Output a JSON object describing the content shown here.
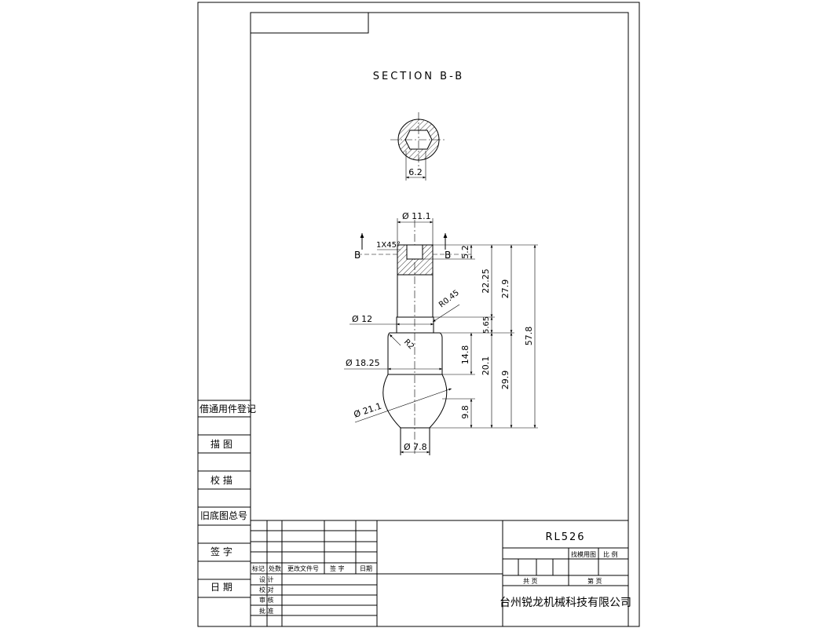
{
  "drawing": {
    "section_title": "SECTION B-B",
    "part_number": "RL526",
    "company": "台州锐龙机械科技有限公司",
    "section_markers": [
      "B",
      "B"
    ]
  },
  "dimensions": {
    "section_width": "6.2",
    "top_diameter": "Ø 11.1",
    "chamfer": "1X45°",
    "slot_depth": "5.2",
    "dim_22_25": "22.25",
    "dim_27_9": "27.9",
    "dim_57_8": "57.8",
    "fillet": "R0.45",
    "neck_diameter": "Ø 12",
    "dim_5_65": "5.65",
    "r2": "R2",
    "body_diameter": "Ø 18.25",
    "dim_14_8": "14.8",
    "dim_20_1": "20.1",
    "dim_29_9": "29.9",
    "ball_diameter": "Ø 21.1",
    "dim_9_8": "9.8",
    "bottom_diameter": "Ø 7.8"
  },
  "left_panel": {
    "labels": [
      "借通用件登记",
      "描  图",
      "校  描",
      "旧底图总号",
      "签  字",
      "日  期"
    ]
  },
  "revision_table": {
    "headers": [
      "标记",
      "处数",
      "更改文件号",
      "签  字",
      "日期"
    ],
    "roles": [
      "设  计",
      "校  对",
      "审  核",
      "批  准"
    ]
  },
  "title_block": {
    "mark": "找模用图",
    "scale": "比  例",
    "total": "共     页",
    "sheet": "第     页"
  }
}
